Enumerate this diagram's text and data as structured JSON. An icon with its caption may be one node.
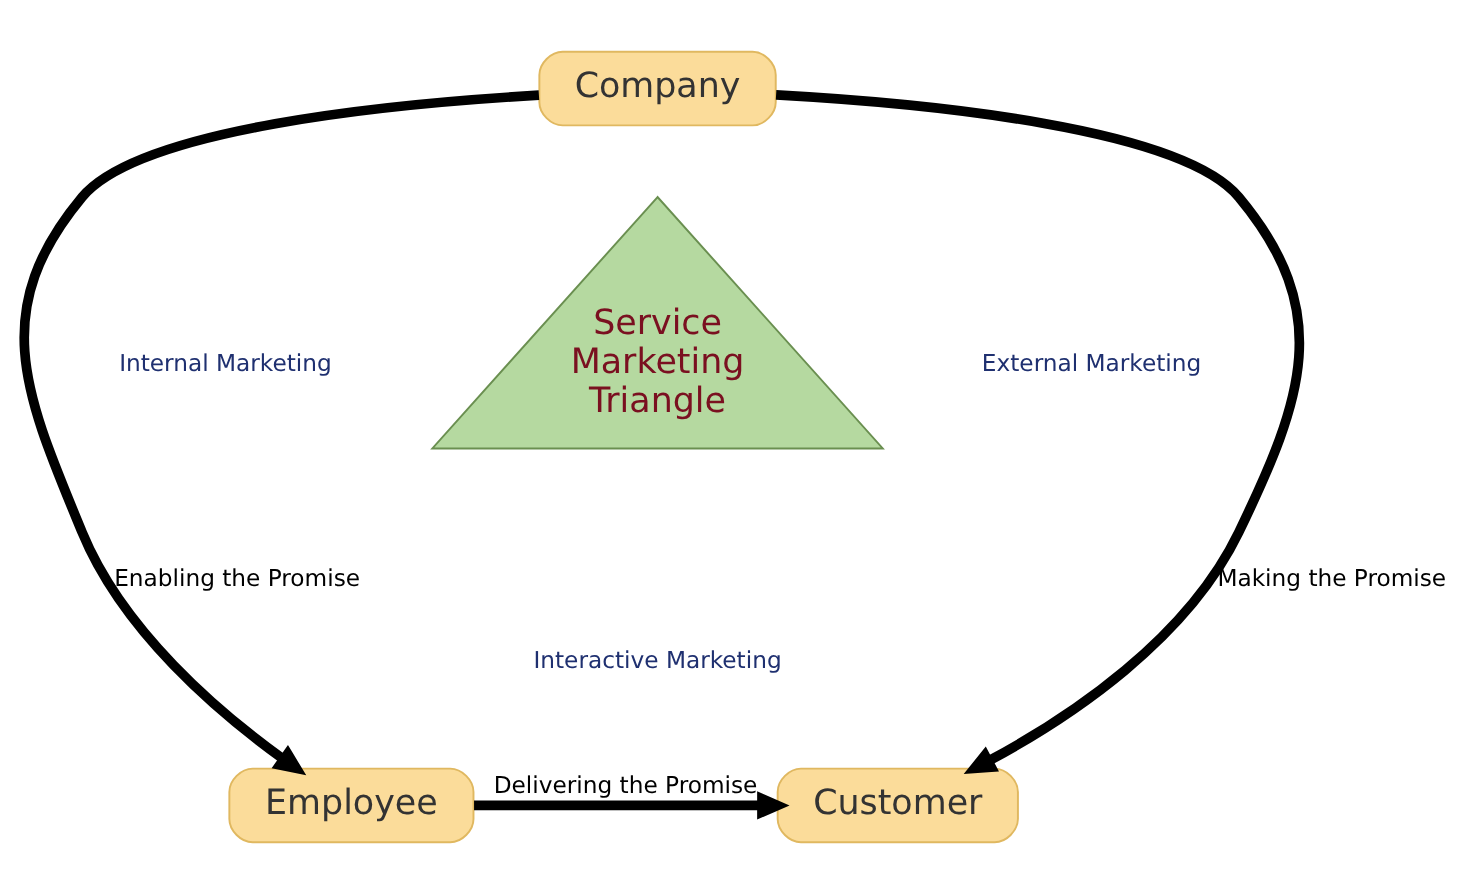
{
  "diagram": {
    "nodes": [
      {
        "text": [
          "Company"
        ]
      },
      {
        "text": [
          "Employee"
        ]
      },
      {
        "text": [
          "Customer"
        ]
      },
      {
        "text": [
          "Service Marketing Triangle"
        ]
      }
    ],
    "edges": [
      {
        "from": 0,
        "to": 1,
        "arrow": "to",
        "label": "Enabling the Promise"
      },
      {
        "from": 0,
        "to": 2,
        "arrow": "to",
        "label": "Making the Promise"
      },
      {
        "from": 1,
        "to": 2,
        "arrow": "to",
        "label": "Delivering the Promise"
      }
    ],
    "labels": [
      "Internal Marketing",
      "External Marketing",
      "Interactive Marketing"
    ]
  }
}
